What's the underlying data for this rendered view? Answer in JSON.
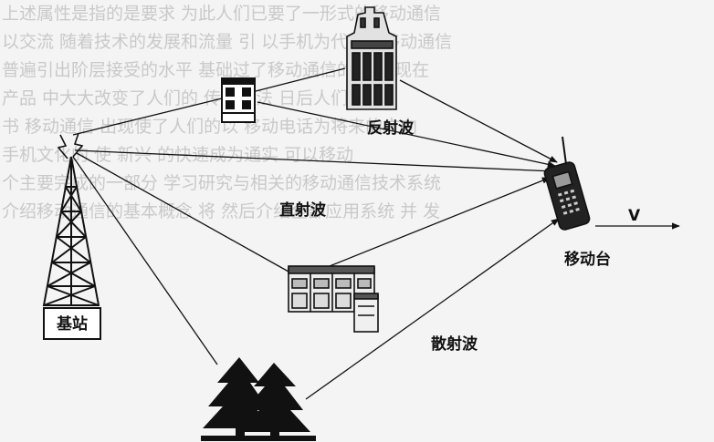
{
  "labels": {
    "base_station": "基站",
    "mobile_station": "移动台",
    "reflected_wave": "反射波",
    "direct_wave": "直射波",
    "scattered_wave": "散射波",
    "velocity": "V"
  },
  "background_text": [
    "上述属性是指的是要求   为此人们已要了一形式的移动通信",
    "以交流   随着技术的发展和流量   引  以手机为代表的移动通信",
    "普遍引出阶层接受的水平   基础过了移动通信的普及  现在",
    "产品   中大大改变了人们的  传统方法  日后人们",
    "书  移动通信   出现使了人们的以   移动电话为将来的方向",
    "手机文化的   使   新兴   的快速成为通实   可以移动",
    "个主要完成的一部分  学习研究与相关的移动通信技术系统",
    "",
    "介绍移动通信的基本概念  将   然后介绍全部应用系统  并   发"
  ]
}
